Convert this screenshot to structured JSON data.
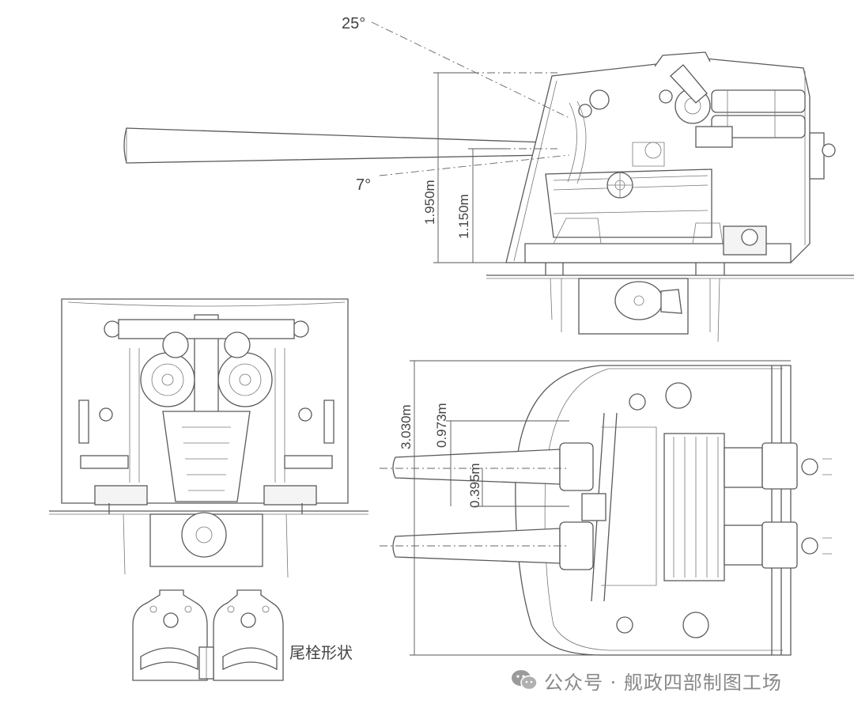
{
  "side_view": {
    "angle_top": "25°",
    "angle_bottom": "7°",
    "height_total": "1.950m",
    "height_axis": "1.150m"
  },
  "plan_view": {
    "width_total": "3.030m",
    "offset_axis": "0.973m",
    "barrel_half_spacing": "0.395m"
  },
  "breech_view": {
    "caption": "尾栓形状"
  },
  "watermark": {
    "text": "公众号 · 舰政四部制图工场",
    "icon": "wechat-icon"
  },
  "colors": {
    "line": "#5a5a5a",
    "watermark": "#888888"
  }
}
